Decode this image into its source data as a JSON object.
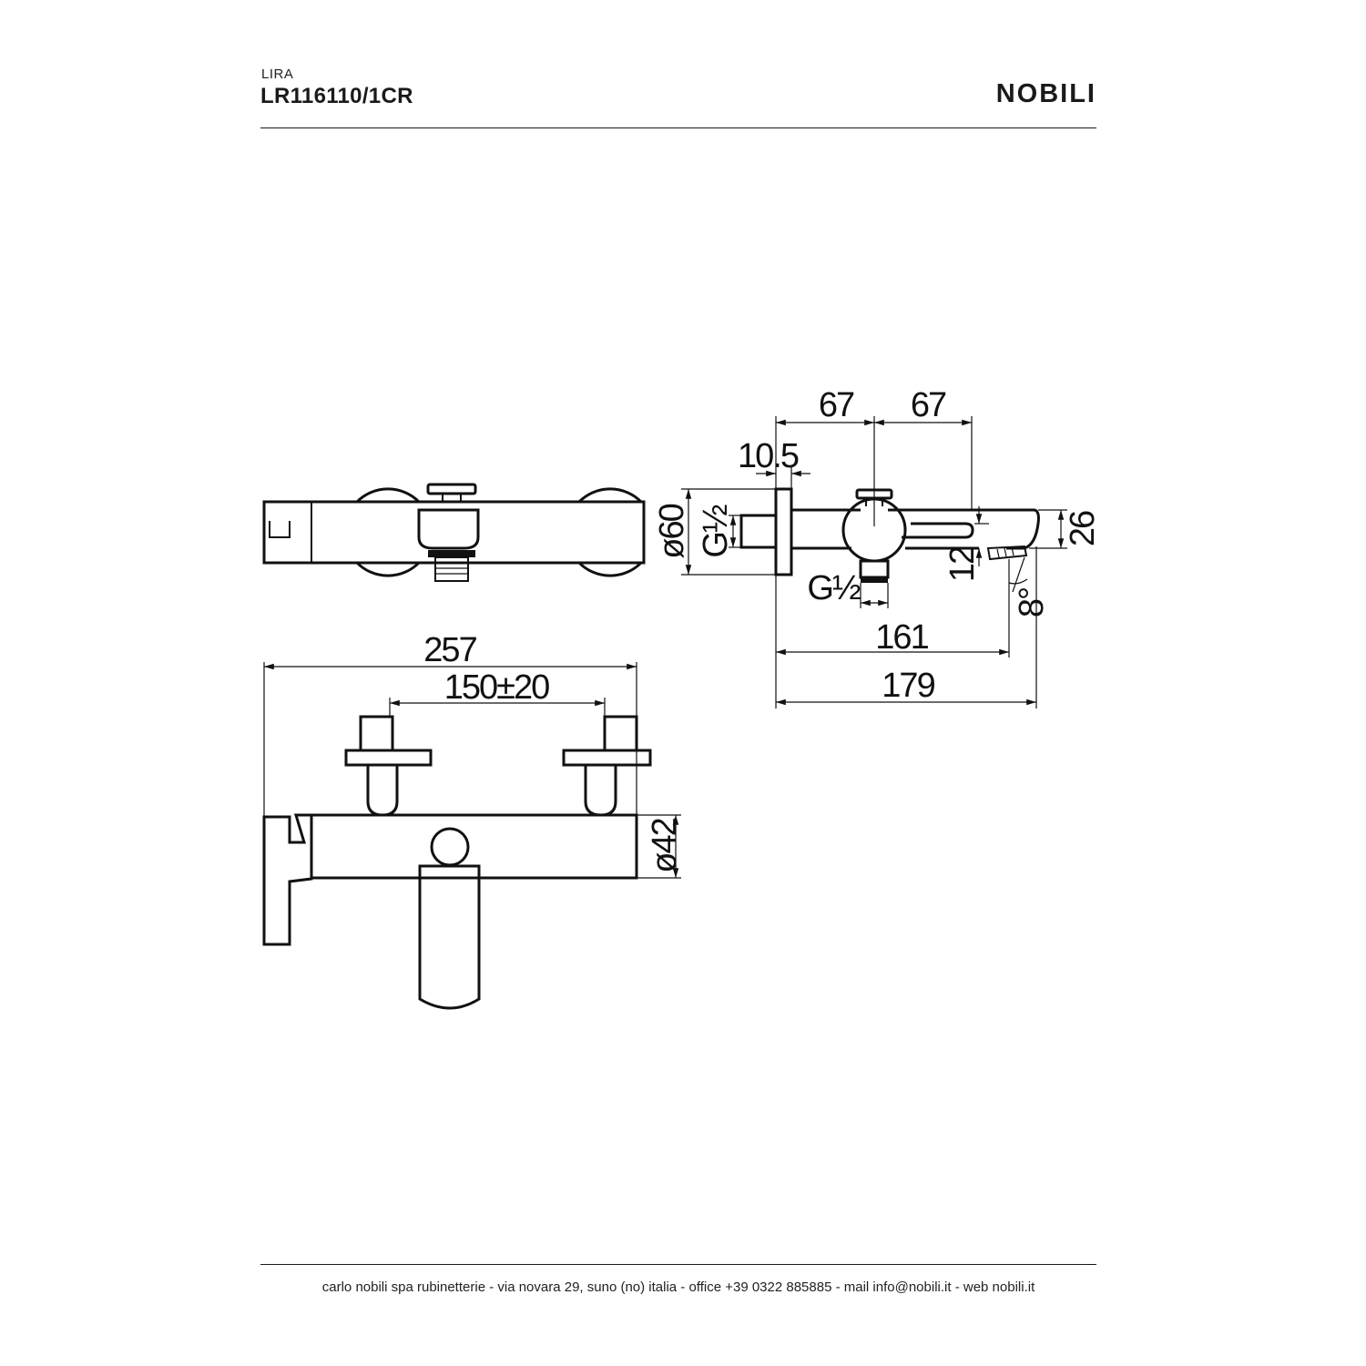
{
  "header": {
    "series": "LIRA",
    "code": "LR116110/1CR",
    "brand": "NOBILI"
  },
  "dimensions": {
    "d67a": "67",
    "d67b": "67",
    "d10_5": "10.5",
    "dia60": "ø60",
    "g_half_a": "G½",
    "g_half_b": "G½",
    "d26": "26",
    "d12": "12",
    "angle8": "8°",
    "d161": "161",
    "d179": "179",
    "d257": "257",
    "d150": "150±20",
    "dia42": "ø42"
  },
  "footer": {
    "text": "carlo nobili spa rubinetterie - via novara 29, suno (no) italia - office +39 0322 885885 - mail info@nobili.it - web nobili.it"
  }
}
